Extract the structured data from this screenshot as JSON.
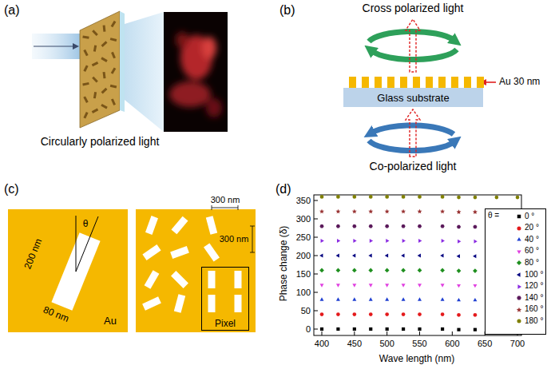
{
  "diagram": {
    "nodes": [
      {
        "text": [
          "Glass substrate"
        ]
      },
      {
        "text": [
          "Pixel"
        ]
      }
    ],
    "labels": [
      "(a)",
      "Circularly polarized light",
      "(b)",
      "Cross polarized light",
      "Au 30 nm",
      "Co-polarized light",
      "(c)",
      "200 nm",
      "θ",
      "80 nm",
      "Au",
      "300 nm",
      "300 nm",
      "(d)",
      "Phase change (δ)",
      "Wave length (nm)",
      "0",
      "50",
      "100",
      "150",
      "200",
      "250",
      "300",
      "350",
      "400",
      "450",
      "500",
      "550",
      "600",
      "650",
      "700",
      "θ ="
    ],
    "legend": [
      {
        "text": "0 °"
      },
      {
        "text": "20 °"
      },
      {
        "text": "40 °"
      },
      {
        "text": "60 °"
      },
      {
        "text": "80 °"
      },
      {
        "text": "100 °"
      },
      {
        "text": "120 °"
      },
      {
        "text": "140 °"
      },
      {
        "text": "160 °"
      },
      {
        "text": "180 °"
      }
    ]
  }
}
